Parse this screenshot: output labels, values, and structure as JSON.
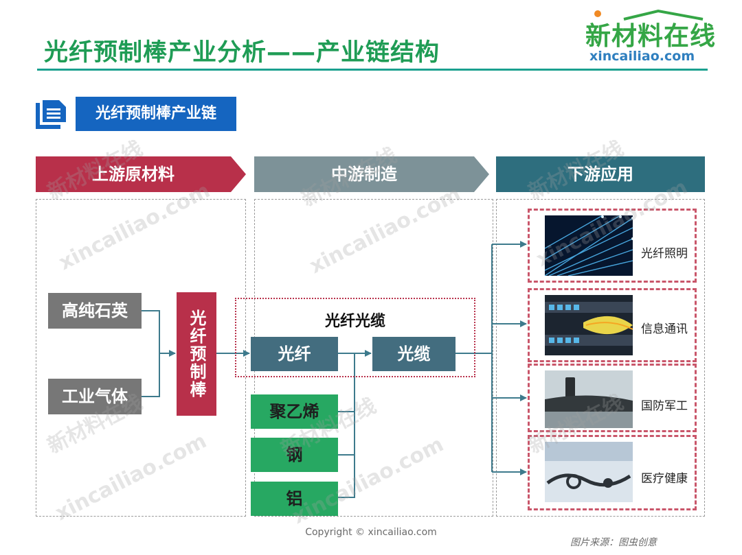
{
  "header": {
    "title": "光纤预制棒产业分析——产业链结构",
    "logo_cn": "新材料在线",
    "logo_en": "xincailiao.com"
  },
  "section": {
    "label": "光纤预制棒产业链"
  },
  "phases": {
    "upstream": "上游原材料",
    "midstream": "中游制造",
    "downstream": "下游应用"
  },
  "upstream": {
    "materials": [
      "高纯石英",
      "工业气体"
    ],
    "product": "光纤预制棒"
  },
  "midstream": {
    "group_title": "光纤光缆",
    "fiber": "光纤",
    "cable": "光缆",
    "materials": [
      "聚乙烯",
      "钢",
      "铝"
    ]
  },
  "downstream": {
    "applications": [
      {
        "label": "光纤照明",
        "image": "fiber-optic-light-image"
      },
      {
        "label": "信息通讯",
        "image": "network-patch-panel-image"
      },
      {
        "label": "国防军工",
        "image": "submarine-image"
      },
      {
        "label": "医疗健康",
        "image": "endoscope-image"
      }
    ]
  },
  "watermark": {
    "cn": "新材料在线",
    "en": "xincailiao.com"
  },
  "footer": {
    "copyright": "Copyright © xincailiao.com",
    "source": "图片来源：图虫创意"
  },
  "colors": {
    "title_green": "#1f9c55",
    "upstream_red": "#b8304a",
    "midstream_slate": "#436d7f",
    "downstream_teal": "#2e6e7e",
    "material_green": "#27a862",
    "section_blue": "#1565c0",
    "connector": "#3d7a8c"
  }
}
